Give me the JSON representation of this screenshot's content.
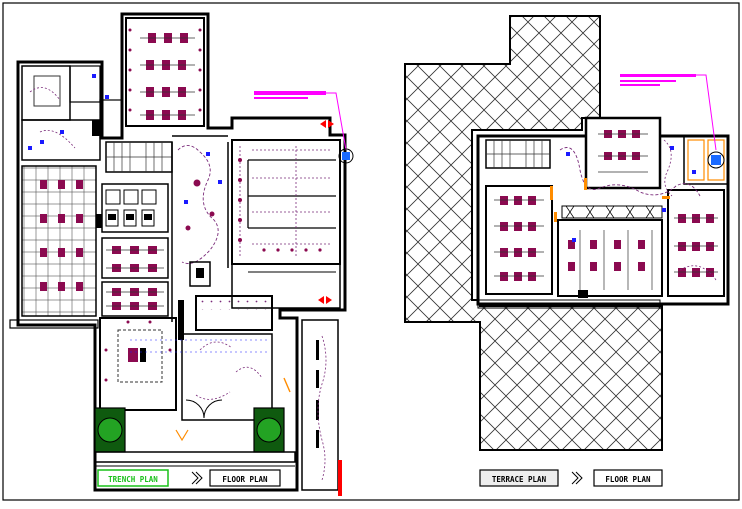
{
  "drawing": {
    "left_plan": {
      "caption_green": "TRENCH PLAN",
      "caption_right": "FLOOR PLAN"
    },
    "right_plan": {
      "caption_left": "TERRACE PLAN",
      "caption_right": "FLOOR PLAN"
    },
    "colors": {
      "wall": "#000000",
      "furniture": "#8b0a50",
      "wiring": "#7a2b7a",
      "electrical": "#1a1aff",
      "leader": "#ff00ff",
      "marker": "#ff0000",
      "door": "#ff8c00",
      "plant": "#1a7a1a",
      "caption_green": "#19c019",
      "hatch": "#333333"
    }
  }
}
